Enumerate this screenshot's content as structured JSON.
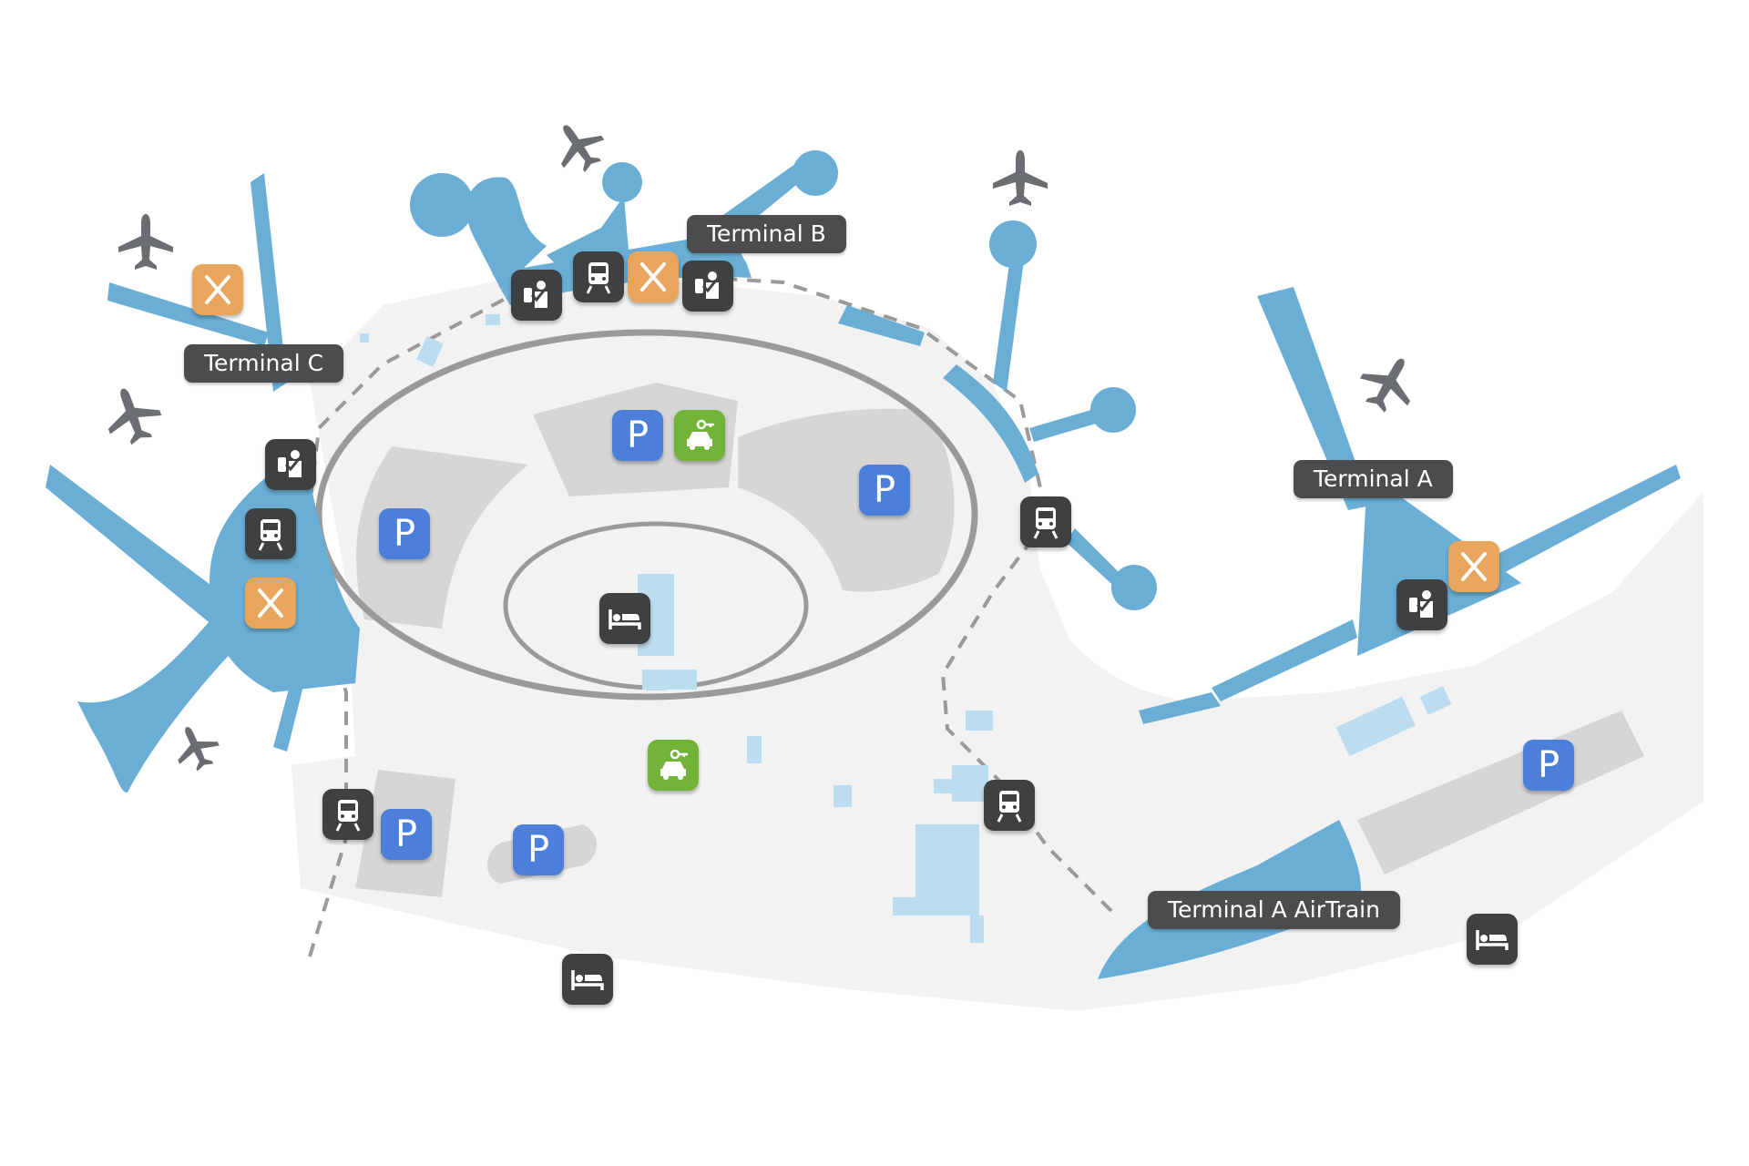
{
  "labels": {
    "terminal_a": "Terminal A",
    "terminal_b": "Terminal B",
    "terminal_c": "Terminal C",
    "terminal_a_airtrain": "Terminal A AirTrain"
  },
  "parking_symbol": "P",
  "icons": {
    "airplane": "airplane-icon",
    "parking": "parking-icon",
    "car_rental": "car-rental-icon",
    "train": "airtrain-icon",
    "security": "security-checkpoint-icon",
    "food": "restaurant-icon",
    "hotel": "hotel-bed-icon"
  },
  "colors": {
    "terminal": "#6aaed6",
    "ground": "#f2f2f2",
    "parking_lot": "#d6d6d6",
    "road": "#9a9a9a",
    "building": "#bcdcef",
    "airplane": "#6b6e70",
    "label_bg": "#4a4c4e",
    "parking_icon": "#4c7fda",
    "car_rental_icon": "#72b437",
    "food_icon": "#e8a65c",
    "service_icon": "#3e4042"
  }
}
